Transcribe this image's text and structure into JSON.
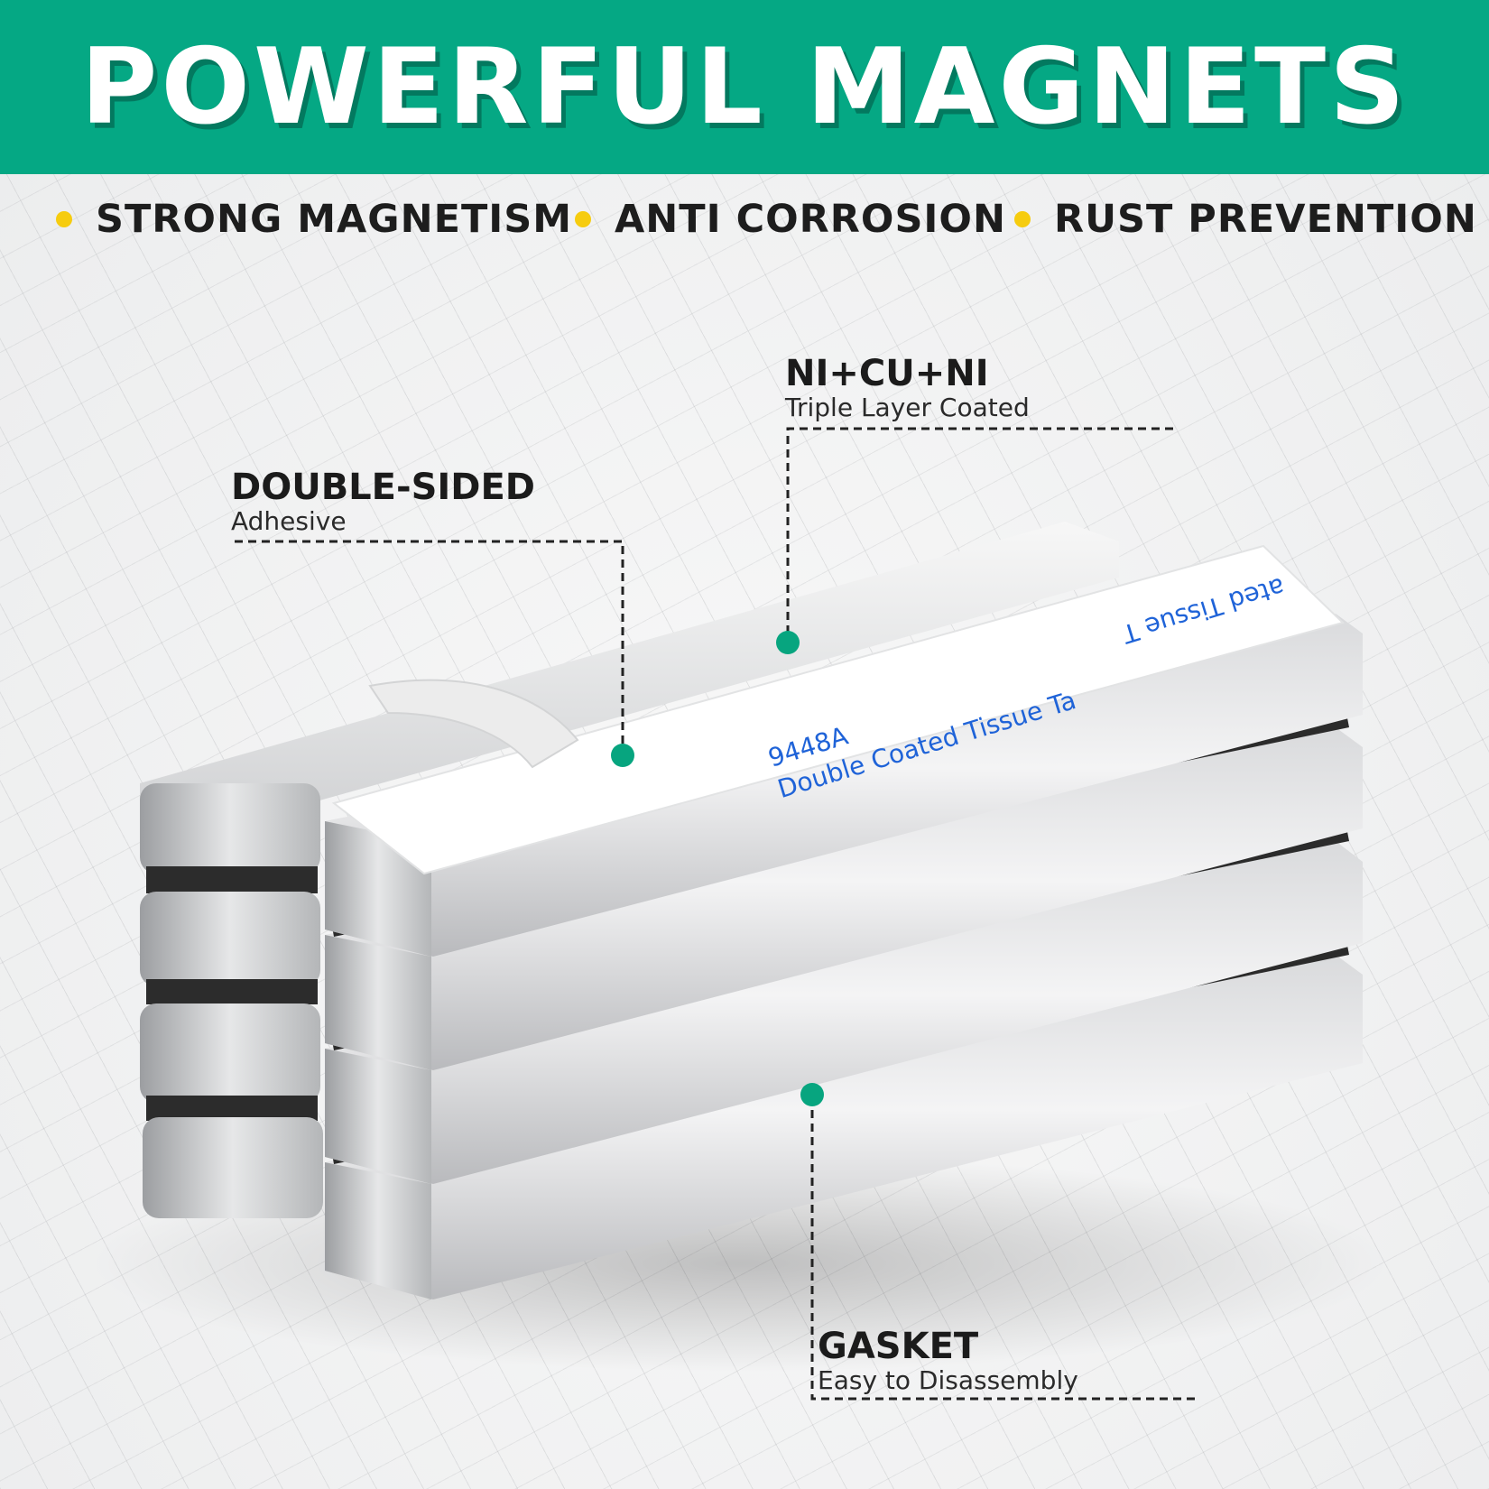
{
  "banner": {
    "title": "POWERFUL MAGNETS",
    "background": "#05a884"
  },
  "features": [
    {
      "label": "STRONG MAGNETISM"
    },
    {
      "label": "ANTI CORROSION"
    },
    {
      "label": "RUST PREVENTION"
    }
  ],
  "callouts": {
    "coating": {
      "title": "NI+CU+NI",
      "subtitle": "Triple Layer Coated"
    },
    "adhesive": {
      "title": "DOUBLE-SIDED",
      "subtitle": "Adhesive"
    },
    "gasket": {
      "title": "GASKET",
      "subtitle": "Easy to Disassembly"
    }
  },
  "tape": {
    "model": "9448A",
    "text": "Double Coated Tissue Ta",
    "text_reversed": "ated Tissue T"
  },
  "colors": {
    "accent": "#05a884",
    "bullet": "#f6cc0f",
    "tape_print": "#1f63d8"
  }
}
